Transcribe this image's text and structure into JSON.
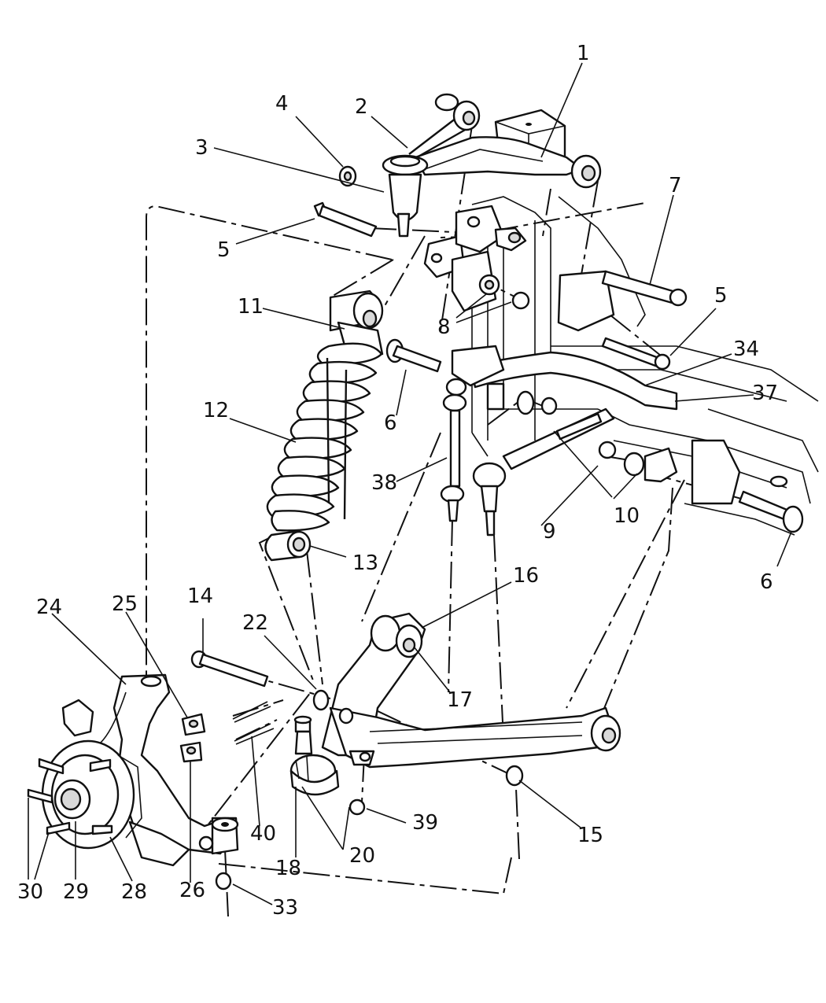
{
  "callouts": [
    "1",
    "2",
    "3",
    "4",
    "5",
    "5",
    "6",
    "6",
    "7",
    "8",
    "9",
    "10",
    "11",
    "12",
    "13",
    "14",
    "15",
    "16",
    "17",
    "18",
    "20",
    "22",
    "24",
    "25",
    "26",
    "28",
    "29",
    "30",
    "33",
    "34",
    "37",
    "38",
    "39",
    "40"
  ],
  "parts": {
    "upper_control_arm": "2",
    "frame_bracket": "1",
    "coil_spring": "12",
    "shock_absorber": "11",
    "lower_control_arm": "16",
    "steering_knuckle": "24",
    "hub": "29",
    "sway_bar": "34",
    "sway_bar_link": "38",
    "tie_rod": "9"
  }
}
